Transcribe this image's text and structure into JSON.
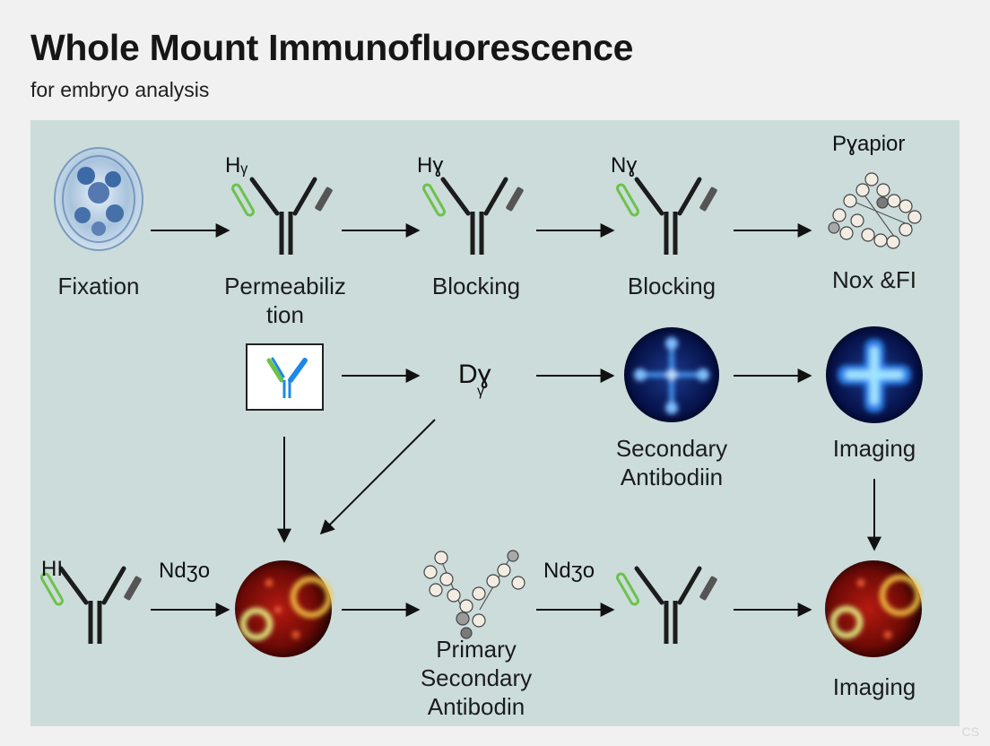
{
  "header": {
    "title": "Whole Mount Immunofluorescence",
    "subtitle": "for embryo analysis"
  },
  "row1": {
    "steps": [
      {
        "label": "Fixation"
      },
      {
        "label": "Permeabiliz\ntion",
        "tag": "Hᵧ"
      },
      {
        "label": "Blocking",
        "tag": "Hɣ"
      },
      {
        "label": "Blocking",
        "tag": "Nɣ"
      },
      {
        "label": "Nox &FI",
        "tag": "Pɣapior"
      }
    ]
  },
  "row2": {
    "dy": "Dɣ",
    "dy_sub": "γ",
    "secondary": "Secondary\nAntibodiin",
    "imaging": "Imaging"
  },
  "row3": {
    "tag_left": "HI",
    "nd_left": "Ndʒo",
    "primary": "Primary\nSecondary\nAntibodin",
    "nd_right": "Ndʒo",
    "imaging": "Imaging"
  },
  "watermark": "CS",
  "colors": {
    "antibody": "#1c1c1c",
    "antibody_tag": "#6cc24a",
    "blue_antibody": "#1e88e5",
    "panel": "#cbdcdb"
  }
}
